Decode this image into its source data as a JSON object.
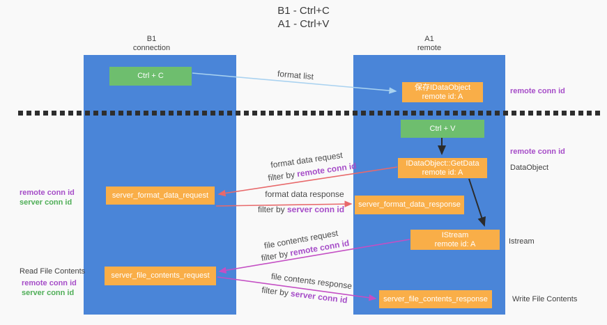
{
  "title": {
    "line1": "B1 - Ctrl+C",
    "line2": "A1 - Ctrl+V"
  },
  "lanes": {
    "b1": {
      "name": "B1",
      "role": "connection"
    },
    "a1": {
      "name": "A1",
      "role": "remote"
    }
  },
  "boxes": {
    "ctrl_c": {
      "label": "Ctrl + C"
    },
    "ctrl_v": {
      "label": "Ctrl + V"
    },
    "save_dataobject": {
      "line1": "保存IDataObject",
      "line2": "remote id: A"
    },
    "getdata": {
      "line1": "IDataObject::GetData",
      "line2": "remote id: A"
    },
    "istream": {
      "line1": "IStream",
      "line2": "remote id: A"
    },
    "server_format_data_request": {
      "label": "server_format_data_request"
    },
    "server_format_data_response": {
      "label": "server_format_data_response"
    },
    "server_file_contents_request": {
      "label": "server_file_contents_request"
    },
    "server_file_contents_response": {
      "label": "server_file_contents_response"
    }
  },
  "annotations": {
    "right": {
      "remote_conn_id_top": "remote conn id",
      "remote_conn_id_mid": "remote conn id",
      "dataobject": "DataObject",
      "istream": "Istream",
      "write_file_contents": "Write File Contents"
    },
    "left": {
      "remote_conn_id_1": "remote conn id",
      "server_conn_id_1": "server conn id",
      "read_file_contents": "Read File Contents",
      "remote_conn_id_2": "remote conn id",
      "server_conn_id_2": "server conn id"
    }
  },
  "flows": {
    "format_list": {
      "label": "format list"
    },
    "format_data_request": {
      "label": "format data request",
      "filter_prefix": "filter by ",
      "filter_key": "remote conn id"
    },
    "format_data_response": {
      "label": "format data response",
      "filter_prefix": "filter by ",
      "filter_key": "server conn id"
    },
    "file_contents_request": {
      "label": "file contents request",
      "filter_prefix": "filter by ",
      "filter_key": "remote conn id"
    },
    "file_contents_response": {
      "label": "file contents response",
      "filter_prefix": "filter by ",
      "filter_key": "server conn id"
    }
  },
  "colors": {
    "lane_blue": "#4a85d8",
    "action_green": "#6ebe6e",
    "message_orange": "#f9ae48",
    "remote_purple": "#a64dc8",
    "server_green": "#4fae57",
    "format_arrow_red": "#e8696b",
    "file_arrow_magenta": "#c44fc4",
    "format_list_blue": "#a9d2f0",
    "separator_black": "#2e2e2e"
  }
}
